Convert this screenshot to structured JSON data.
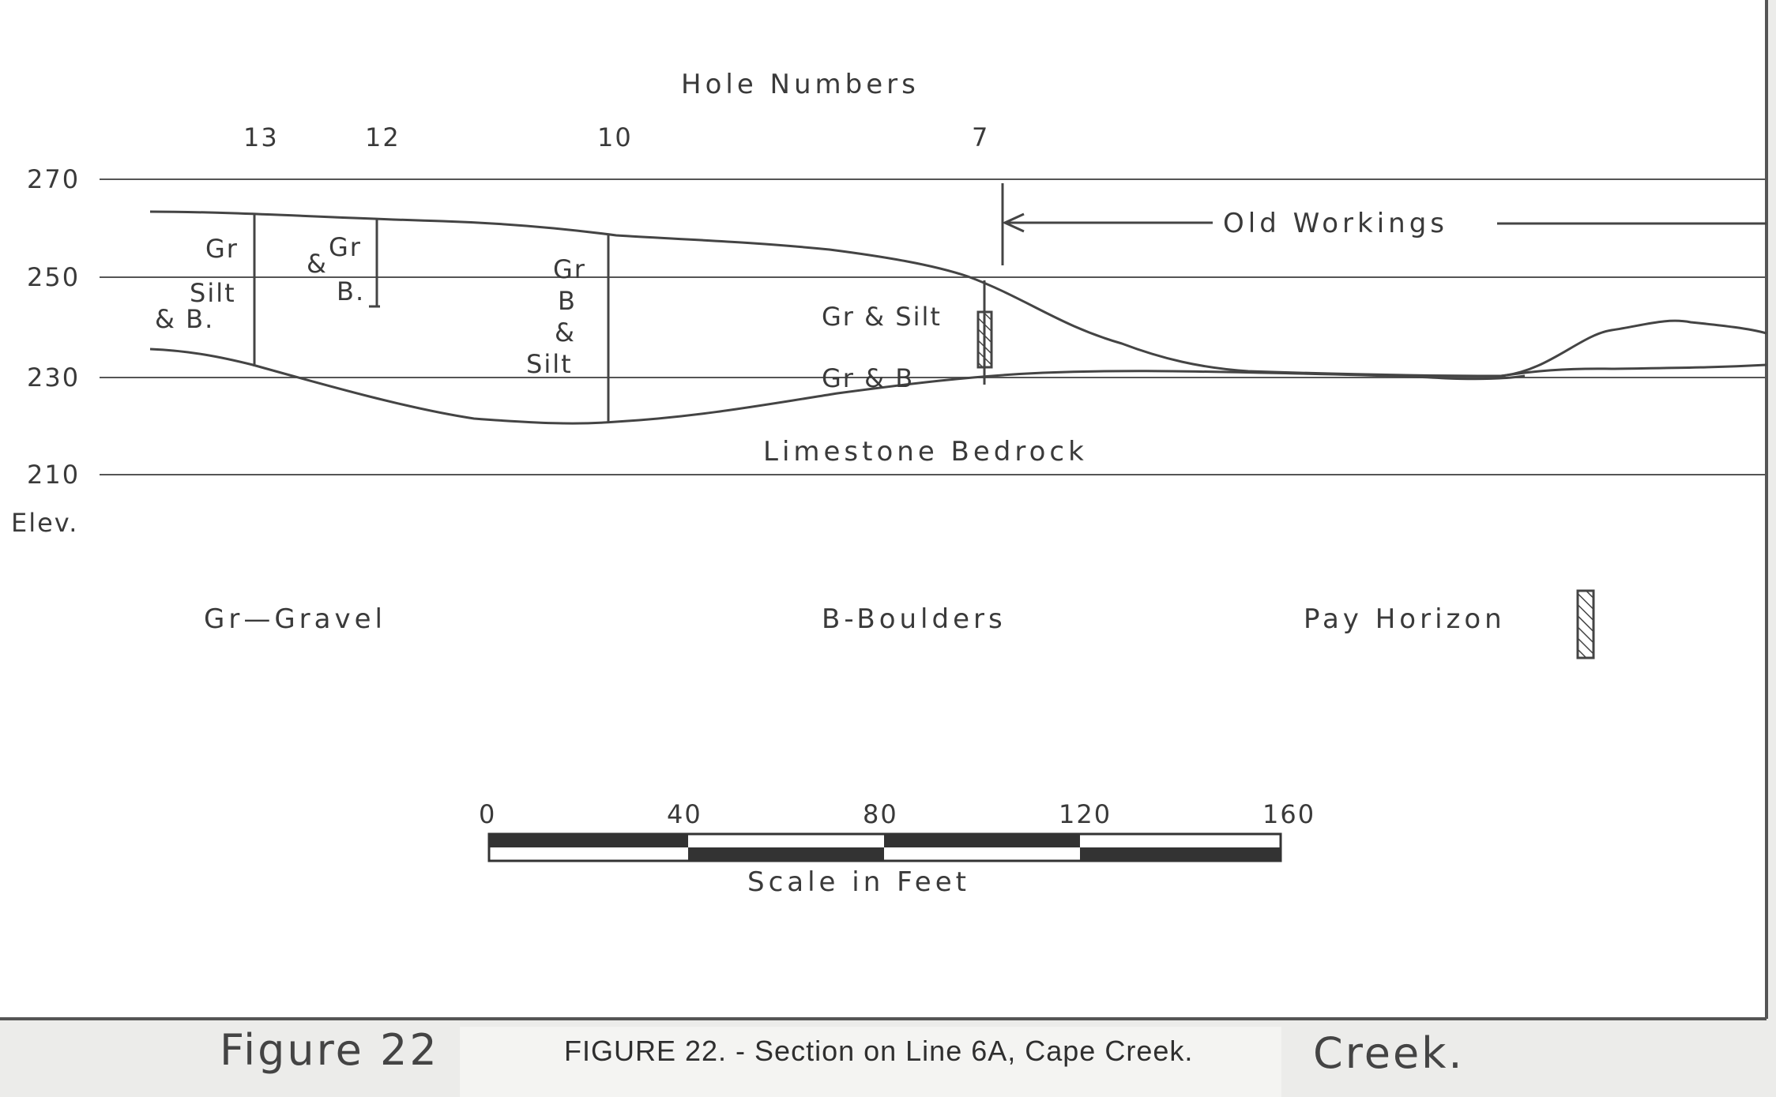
{
  "header": {
    "title": "Hole Numbers"
  },
  "holes": [
    {
      "label": "13"
    },
    {
      "label": "12"
    },
    {
      "label": "10"
    },
    {
      "label": "7"
    }
  ],
  "elevation_axis": {
    "ticks": [
      "270",
      "250",
      "230",
      "210"
    ],
    "label": "Elev."
  },
  "section_labels": {
    "old_workings": "Old Workings",
    "bedrock": "Limestone Bedrock",
    "hole13": [
      "Gr",
      "Silt",
      "& B."
    ],
    "hole12": [
      "Gr",
      "&",
      "B."
    ],
    "hole10": [
      "Gr",
      "B",
      "&",
      "Silt"
    ],
    "hole7_upper": "Gr & Silt",
    "hole7_lower": "Gr & B"
  },
  "legend": {
    "gravel": "Gr—Gravel",
    "boulders": "B-Boulders",
    "pay": "Pay Horizon"
  },
  "scale": {
    "ticks": [
      "0",
      "40",
      "80",
      "120",
      "160"
    ],
    "caption": "Scale in Feet"
  },
  "footer": {
    "left": "Figure 22",
    "caption": "FIGURE 22. - Section on Line 6A, Cape Creek.",
    "right": "Creek."
  },
  "colors": {
    "paper": "#ffffff",
    "ink": "#3a3a3a",
    "background": "#ececea"
  }
}
